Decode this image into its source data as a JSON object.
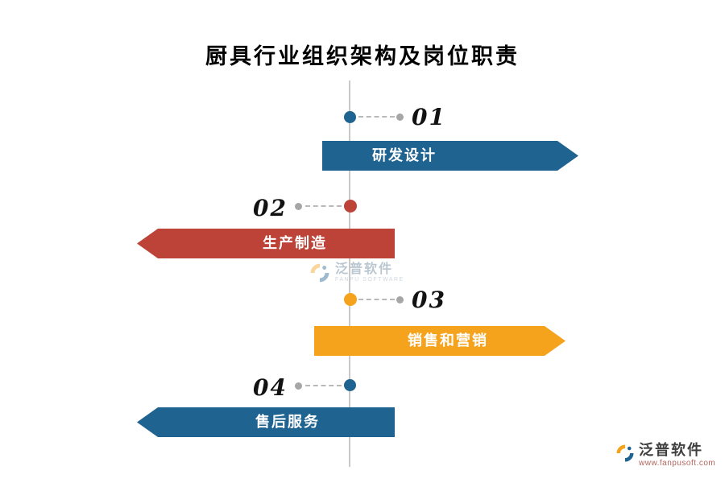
{
  "title": "厨具行业组织架构及岗位职责",
  "colors": {
    "blue": "#1f6391",
    "red": "#bd4338",
    "orange": "#f5a31c",
    "connector_gray": "#a6a6a6",
    "timeline_gray": "#c9c9c9"
  },
  "items": [
    {
      "number": "01",
      "label": "研发设计",
      "color": "#1f6391",
      "side": "right"
    },
    {
      "number": "02",
      "label": "生产制造",
      "color": "#bd4338",
      "side": "left"
    },
    {
      "number": "03",
      "label": "销售和营销",
      "color": "#f5a31c",
      "side": "right"
    },
    {
      "number": "04",
      "label": "售后服务",
      "color": "#1f6391",
      "side": "left"
    }
  ],
  "watermark": {
    "brand": "泛普软件",
    "brand_en": "FANPU SOFTWARE"
  },
  "footer": {
    "brand": "泛普软件",
    "website": "www.fanpusoft.com"
  }
}
